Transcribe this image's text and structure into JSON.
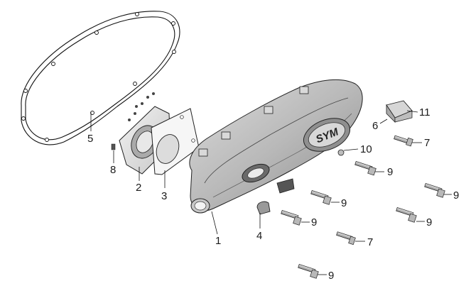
{
  "diagram": {
    "brand_logo_text": "SYM",
    "callouts": [
      {
        "id": "c1",
        "label": "1"
      },
      {
        "id": "c2",
        "label": "2"
      },
      {
        "id": "c3",
        "label": "3"
      },
      {
        "id": "c4",
        "label": "4"
      },
      {
        "id": "c5",
        "label": "5"
      },
      {
        "id": "c6",
        "label": "6"
      },
      {
        "id": "c7a",
        "label": "7"
      },
      {
        "id": "c7b",
        "label": "7"
      },
      {
        "id": "c8",
        "label": "8"
      },
      {
        "id": "c9a",
        "label": "9"
      },
      {
        "id": "c9b",
        "label": "9"
      },
      {
        "id": "c9c",
        "label": "9"
      },
      {
        "id": "c9d",
        "label": "9"
      },
      {
        "id": "c9e",
        "label": "9"
      },
      {
        "id": "c9f",
        "label": "9"
      },
      {
        "id": "c10",
        "label": "10"
      },
      {
        "id": "c11",
        "label": "11"
      }
    ]
  }
}
